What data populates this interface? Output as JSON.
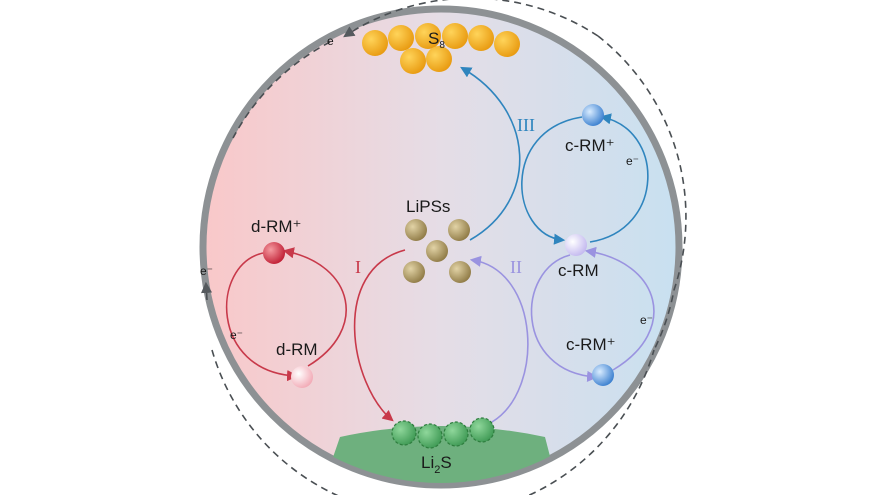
{
  "labels": {
    "s8_main": "S",
    "s8_sub": "8",
    "lipss": "LiPSs",
    "li2s_main": "Li",
    "li2s_sub": "2",
    "li2s_end": "S",
    "d_rm_plus": "d-RM⁺",
    "d_rm": "d-RM",
    "c_rm_plus_top": "c-RM⁺",
    "c_rm": "c-RM",
    "c_rm_plus_bottom": "c-RM⁺",
    "electron": "e⁻",
    "electron_plain": "e",
    "route_1": "I",
    "route_2": "II",
    "route_3": "III"
  },
  "colors": {
    "route_1": "#c8394a",
    "route_2": "#9a93e0",
    "route_3": "#2f85be",
    "sulfur": "#f3a51c",
    "lipss": "#b19c6c",
    "li2s_particle": "#5db36d",
    "li2s_substrate": "#6eb07e",
    "ring": "#8d9194"
  }
}
